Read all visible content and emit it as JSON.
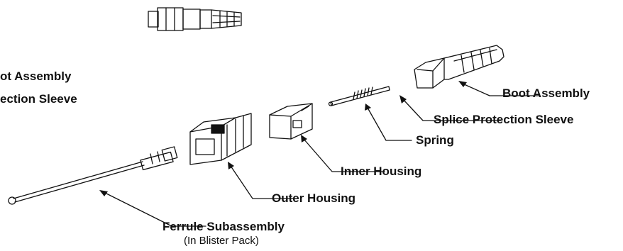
{
  "labels": {
    "boot_assembly": "Boot Assembly",
    "splice_protection_sleeve": "Splice Protection Sleeve",
    "spring": "Spring",
    "inner_housing": "Inner Housing",
    "outer_housing": "Outer Housing",
    "ferrule_subassembly": "Ferrule Subassembly",
    "ferrule_note": "(In Blister Pack)",
    "left_cut_boot": "ot Assembly",
    "left_cut_sleeve": "ection Sleeve"
  }
}
